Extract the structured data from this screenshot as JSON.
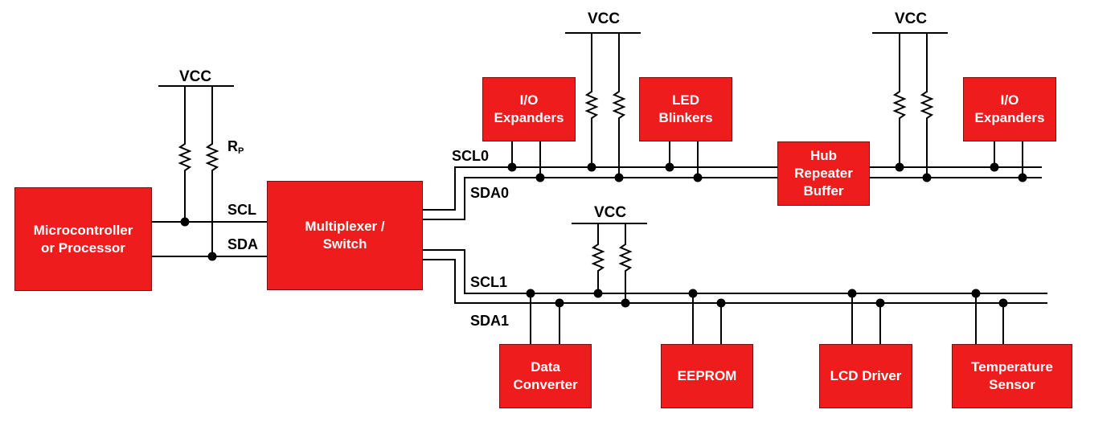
{
  "blocks": {
    "mcu": [
      "Microcontroller",
      "or Processor"
    ],
    "mux": [
      "Multiplexer /",
      "Switch"
    ],
    "io1": [
      "I/O",
      "Expanders"
    ],
    "led": [
      "LED",
      "Blinkers"
    ],
    "hub": [
      "Hub",
      "Repeater",
      "Buffer"
    ],
    "io2": [
      "I/O",
      "Expanders"
    ],
    "dc": [
      "Data",
      "Converter"
    ],
    "eeprom": [
      "EEPROM"
    ],
    "lcd": [
      "LCD Driver"
    ],
    "temp": [
      "Temperature",
      "Sensor"
    ]
  },
  "labels": {
    "scl": "SCL",
    "sda": "SDA",
    "scl0": "SCL0",
    "sda0": "SDA0",
    "scl1": "SCL1",
    "sda1": "SDA1",
    "rp_main": "R",
    "rp_sub": "P",
    "vcc": "VCC"
  }
}
